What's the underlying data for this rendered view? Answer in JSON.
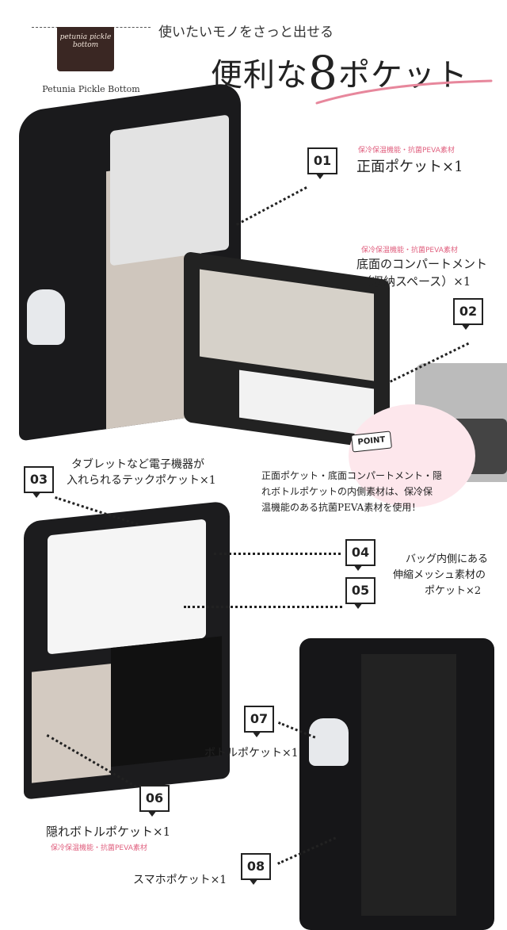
{
  "brand": {
    "logo_text": "petunia pickle bottom",
    "name": "Petunia Pickle Bottom"
  },
  "header": {
    "subtitle": "使いたいモノをさっと出せる",
    "title_prefix": "便利な",
    "title_number": "8",
    "title_suffix": "ポケット"
  },
  "pockets": [
    {
      "num": "01",
      "note": "保冷保温機能・抗菌PEVA素材",
      "label": "正面ポケット×1"
    },
    {
      "num": "02",
      "note": "保冷保温機能・抗菌PEVA素材",
      "label_line1": "底面のコンパートメント",
      "label_line2": "（収納スペース）×1"
    },
    {
      "num": "03",
      "label_line1": "タブレットなど電子機器が",
      "label_line2": "入れられるテックポケット×1"
    },
    {
      "num": "04"
    },
    {
      "num": "05",
      "label_line1": "バッグ内側にある",
      "label_line2": "伸縮メッシュ素材の",
      "label_line3": "ポケット×2"
    },
    {
      "num": "06",
      "label": "隠れボトルポケット×1",
      "note": "保冷保温機能・抗菌PEVA素材"
    },
    {
      "num": "07",
      "label": "ボトルポケット×1"
    },
    {
      "num": "08",
      "label": "スマホポケット×1"
    }
  ],
  "point": {
    "tag": "POINT",
    "line1": "正面ポケット・底面コンパートメント・隠",
    "line2": "れボトルポケットの内側素材は、保冷保",
    "line3": "温機能のある抗菌PEVA素材を使用！"
  },
  "colors": {
    "accent_pink": "#e0607f",
    "badge_stripe": "#f5b7c3",
    "logo_bg": "#3a2723"
  }
}
